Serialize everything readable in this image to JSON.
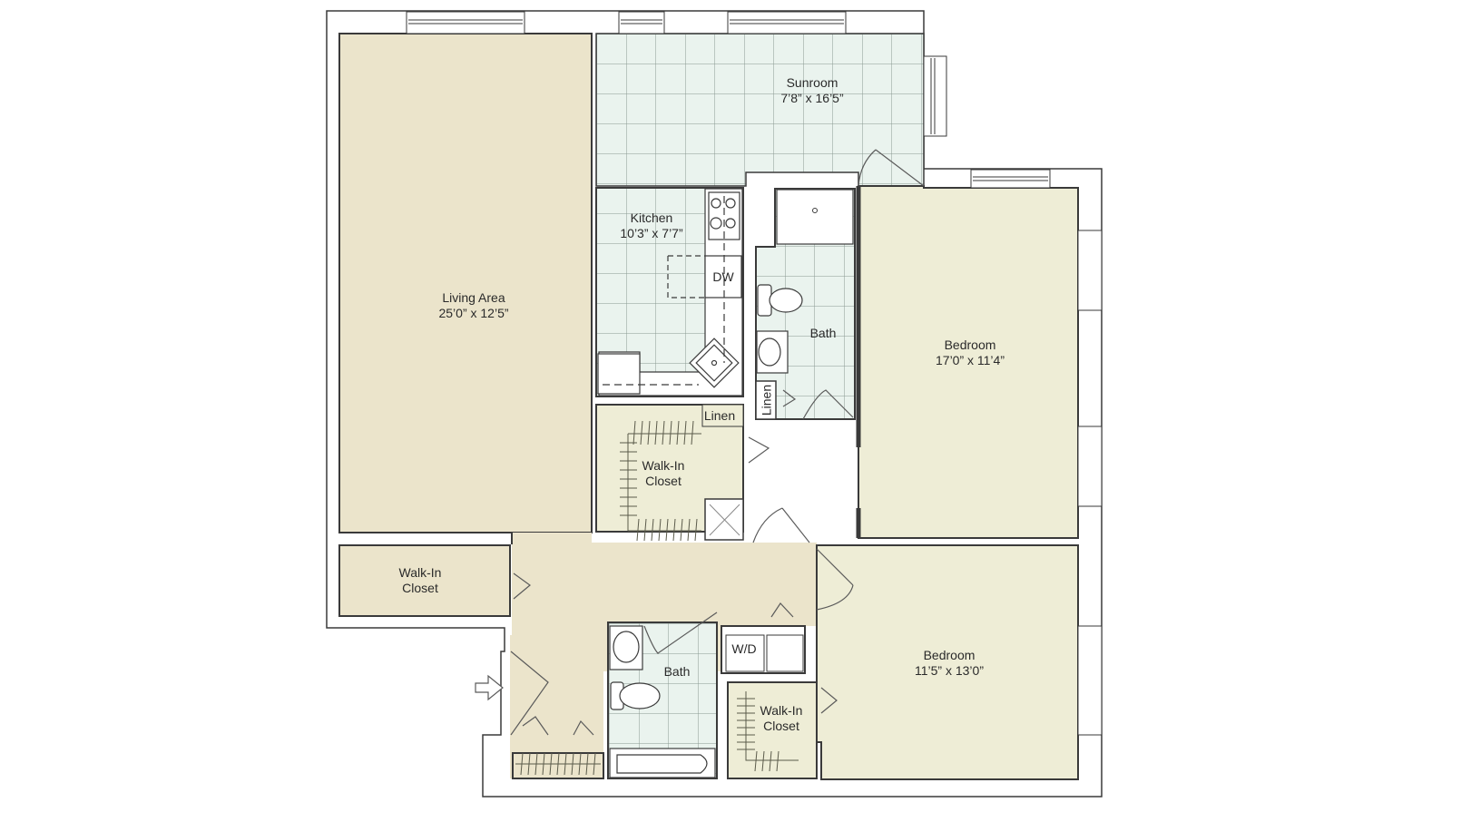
{
  "floorplan": {
    "colors": {
      "living_fill": "#ebe4cb",
      "bedroom_fill": "#eeedd6",
      "tile_fill": "#eaf3ee",
      "tile_line": "#8a9a92",
      "wall": "#3a3a3a",
      "background": "#ffffff"
    },
    "rooms": [
      {
        "id": "sunroom",
        "name": "Sunroom",
        "dims": "7’8” x 16’5”"
      },
      {
        "id": "kitchen",
        "name": "Kitchen",
        "dims": "10’3” x 7’7”"
      },
      {
        "id": "living",
        "name": "Living Area",
        "dims": "25’0” x 12’5”"
      },
      {
        "id": "bedroom1",
        "name": "Bedroom",
        "dims": "17’0” x 11’4”"
      },
      {
        "id": "bath1",
        "name": "Bath",
        "dims": ""
      },
      {
        "id": "walkin1",
        "name": "Walk-In",
        "dims": "Closet"
      },
      {
        "id": "walkin2",
        "name": "Walk-In",
        "dims": "Closet"
      },
      {
        "id": "bath2",
        "name": "Bath",
        "dims": ""
      },
      {
        "id": "bedroom2",
        "name": "Bedroom",
        "dims": "11’5” x 13’0”"
      },
      {
        "id": "walkin3",
        "name": "Walk-In",
        "dims": "Closet"
      }
    ],
    "fixtures": {
      "dishwasher": "DW",
      "washer_dryer": "W/D",
      "linen_closet": "Linen",
      "linen_bath": "Linen"
    },
    "icons": {
      "entry": "entry-arrow-icon"
    }
  }
}
